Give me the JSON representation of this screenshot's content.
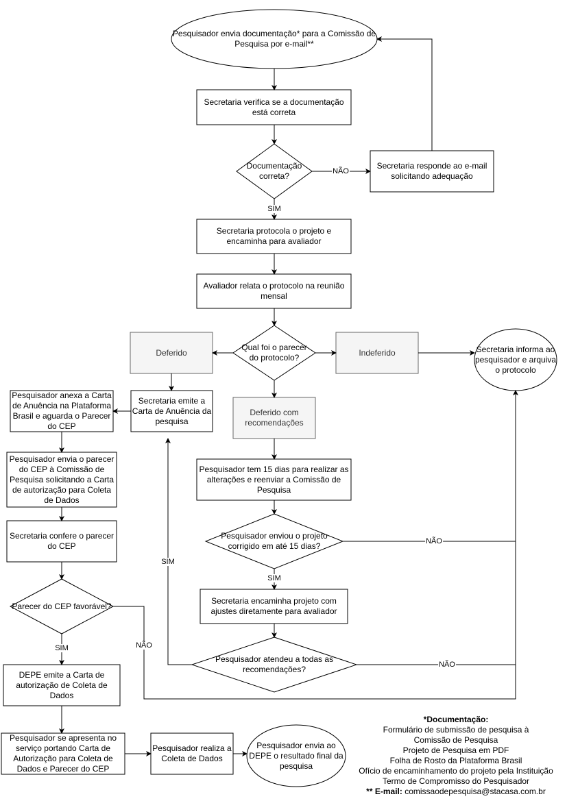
{
  "nodes": {
    "start": "Pesquisador envia documentação* para a Comissão de Pesquisa por e-mail**",
    "verify": "Secretaria verifica se a documentação está correta",
    "doc_ok": "Documentação correta?",
    "adequacao": "Secretaria responde ao e-mail solicitando adequação",
    "protocola": "Secretaria protocola o projeto e encaminha para avaliador",
    "avaliador": "Avaliador relata o protocolo na reunião mensal",
    "parecer": "Qual foi o parecer do protocolo?",
    "deferido": "Deferido",
    "indeferido": "Indeferido",
    "arquiva": "Secretaria informa ao pesquisador e arquiva o protocolo",
    "deferido_rec": "Deferido com recomendações",
    "emite_anuencia": "Secretaria emite a Carta de Anuência da pesquisa",
    "anexa": "Pesquisador anexa a Carta de Anuência na Plataforma Brasil e aguarda o Parecer do CEP",
    "envia_parecer": "Pesquisador envia o parecer do CEP à Comissão de Pesquisa solicitando a Carta de autorização para Coleta de Dados",
    "confere": "Secretaria confere o parecer do CEP",
    "cep_ok": "Parecer do CEP favorável?",
    "depe": "DEPE  emite a Carta de autorização de Coleta de Dados",
    "apresenta": "Pesquisador se apresenta no serviço portando Carta de Autorização para Coleta de Dados e Parecer do CEP",
    "realiza": "Pesquisador realiza a Coleta de Dados",
    "final": "Pesquisador envia ao DEPE o resultado final da pesquisa",
    "quinze": "Pesquisador tem 15 dias para realizar as alterações e reenviar a Comissão de Pesquisa",
    "enviou": "Pesquisador enviou o projeto corrigido em até 15 dias?",
    "encaminha": "Secretaria encaminha projeto com ajustes diretamente para avaliador",
    "atendeu": "Pesquisador atendeu a todas as recomendações?"
  },
  "labels": {
    "nao": "NÃO",
    "sim": "SIM"
  },
  "notes": {
    "title": "*Documentação:",
    "items": [
      "Formulário de submissão de pesquisa à Comissão de Pesquisa",
      "Projeto de Pesquisa em PDF",
      "Folha de Rosto da Plataforma Brasil",
      "Ofício de encaminhamento do projeto pela Instituição",
      "Termo de Compromisso do Pesquisador"
    ],
    "email_label": "** E-mail:",
    "email": "comissaodepesquisa@stacasa.com.br"
  },
  "colors": {
    "stroke": "#000000",
    "gray_fill": "#f5f5f5",
    "gray_stroke": "#666666"
  }
}
